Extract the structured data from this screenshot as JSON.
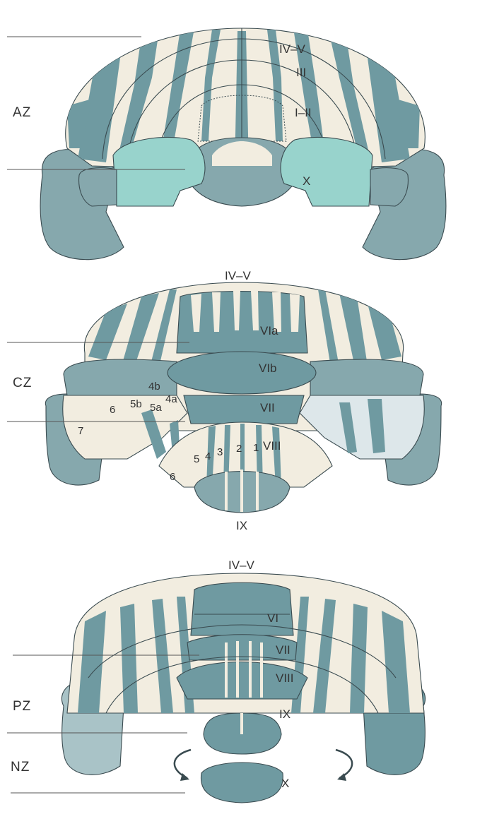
{
  "colors": {
    "lobule_base": "#f2ede0",
    "zebrin_stripe": "#6f9aa1",
    "shaded_tissue": "#86a8ad",
    "highlight_region": "#98d3cc",
    "outline": "#3a4b50",
    "text": "#333333"
  },
  "panels": [
    {
      "zone_label": "AZ",
      "lobule_labels": [
        "IV–V",
        "III",
        "I–II",
        "X"
      ]
    },
    {
      "zone_label": "CZ",
      "lobule_labels": [
        "IV–V",
        "VIa",
        "VIb",
        "VII",
        "VIII",
        "IX"
      ],
      "stripe_labels": [
        "4b",
        "5b",
        "5a",
        "4a",
        "6",
        "7",
        "5",
        "4",
        "3",
        "2",
        "1",
        "6"
      ]
    },
    {
      "zone_label": "PZ",
      "zone_label_2": "NZ",
      "lobule_labels": [
        "IV–V",
        "VI",
        "VII",
        "VIII",
        "IX",
        "X"
      ],
      "arrows": [
        "curved-arrow-left",
        "curved-arrow-right"
      ]
    }
  ]
}
